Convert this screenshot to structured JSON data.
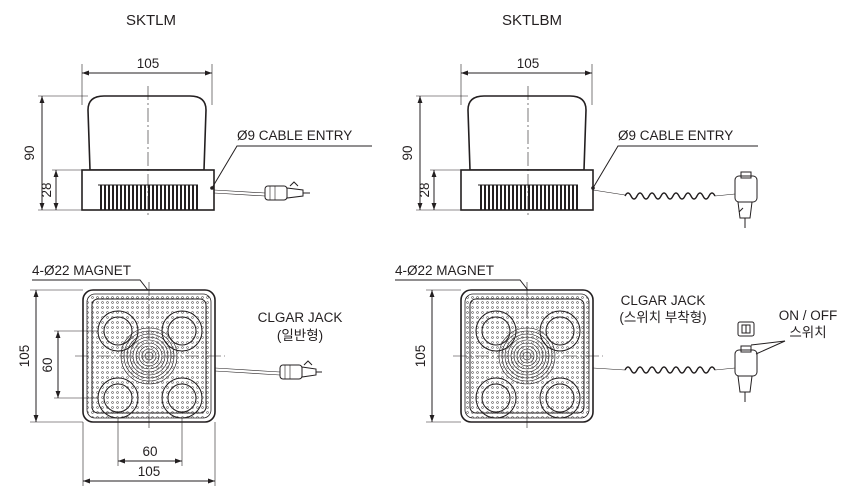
{
  "left": {
    "title": "SKTLM",
    "dim_width_top": "105",
    "dim_height": "90",
    "dim_base": "28",
    "cable_label": "Ø9 CABLE ENTRY",
    "magnet_label": "4-Ø22 MAGNET",
    "jack_label": "CLGAR JACK",
    "jack_sublabel": "(일반형)",
    "dim_side": "105",
    "dim_inner_side": "60",
    "dim_inner_bottom": "60",
    "dim_bottom": "105"
  },
  "right": {
    "title": "SKTLBM",
    "dim_width_top": "105",
    "dim_height": "90",
    "dim_base": "28",
    "cable_label": "Ø9 CABLE ENTRY",
    "magnet_label": "4-Ø22 MAGNET",
    "jack_label": "CLGAR JACK",
    "jack_sublabel": "(스위치 부착형)",
    "switch_label": "ON / OFF",
    "switch_sublabel": "스위치",
    "dim_side": "105"
  }
}
